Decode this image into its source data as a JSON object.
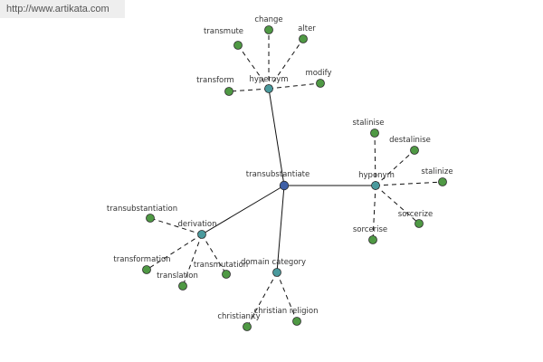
{
  "watermark": {
    "url": "http://www.artikata.com"
  },
  "colors": {
    "root": "#3e5fa6",
    "group": "#4a9a9d",
    "leaf": "#4f9944",
    "edge": "#111111"
  },
  "graph": {
    "root": {
      "id": "root",
      "label": "transubstantiate"
    },
    "groups": [
      {
        "id": "hypernym",
        "label": "hypernym",
        "children": [
          {
            "id": "h1",
            "label": "transmute"
          },
          {
            "id": "h2",
            "label": "change"
          },
          {
            "id": "h3",
            "label": "alter"
          },
          {
            "id": "h4",
            "label": "modify"
          },
          {
            "id": "h5",
            "label": "transform"
          }
        ]
      },
      {
        "id": "hyponym",
        "label": "hyponym",
        "children": [
          {
            "id": "y1",
            "label": "stalinise"
          },
          {
            "id": "y2",
            "label": "destalinise"
          },
          {
            "id": "y3",
            "label": "stalinize"
          },
          {
            "id": "y4",
            "label": "sorcerize"
          },
          {
            "id": "y5",
            "label": "sorcerise"
          }
        ]
      },
      {
        "id": "derivation",
        "label": "derivation",
        "children": [
          {
            "id": "d1",
            "label": "transubstantiation"
          },
          {
            "id": "d2",
            "label": "transformation"
          },
          {
            "id": "d3",
            "label": "translation"
          },
          {
            "id": "d4",
            "label": "transmutation"
          }
        ]
      },
      {
        "id": "domain",
        "label": "domain category",
        "children": [
          {
            "id": "c1",
            "label": "christianity"
          },
          {
            "id": "c2",
            "label": "christian religion"
          }
        ]
      }
    ]
  }
}
